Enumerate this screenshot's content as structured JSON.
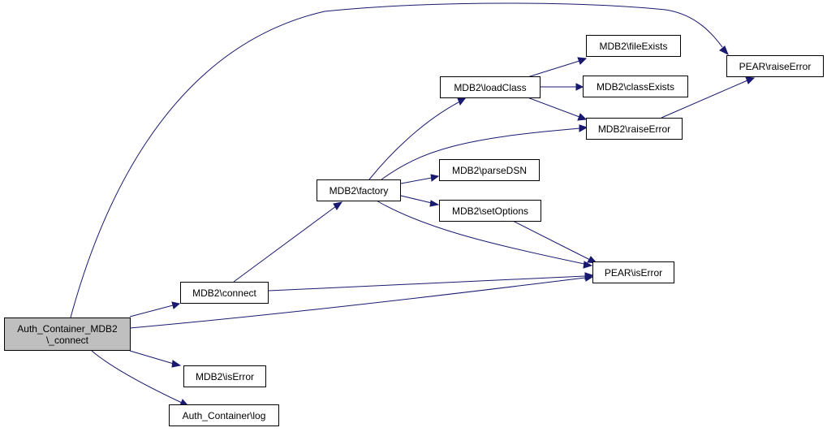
{
  "diagram": {
    "root": {
      "line1": "Auth_Container_MDB2",
      "line2": "\\_connect"
    },
    "nodes": {
      "mdb2_connect": "MDB2\\connect",
      "mdb2_iserror": "MDB2\\isError",
      "auth_container_log": "Auth_Container\\log",
      "mdb2_factory": "MDB2\\factory",
      "mdb2_loadclass": "MDB2\\loadClass",
      "mdb2_parsedsn": "MDB2\\parseDSN",
      "mdb2_setoptions": "MDB2\\setOptions",
      "mdb2_fileexists": "MDB2\\fileExists",
      "mdb2_classexists": "MDB2\\classExists",
      "mdb2_raiseerror": "MDB2\\raiseError",
      "pear_iserror": "PEAR\\isError",
      "pear_raiseerror": "PEAR\\raiseError"
    },
    "edges": [
      [
        "root",
        "mdb2_connect"
      ],
      [
        "root",
        "pear_iserror"
      ],
      [
        "root",
        "mdb2_iserror"
      ],
      [
        "root",
        "auth_container_log"
      ],
      [
        "root",
        "pear_raiseerror"
      ],
      [
        "mdb2_connect",
        "mdb2_factory"
      ],
      [
        "mdb2_connect",
        "pear_iserror"
      ],
      [
        "mdb2_factory",
        "mdb2_loadclass"
      ],
      [
        "mdb2_factory",
        "mdb2_raiseerror"
      ],
      [
        "mdb2_factory",
        "mdb2_parsedsn"
      ],
      [
        "mdb2_factory",
        "mdb2_setoptions"
      ],
      [
        "mdb2_factory",
        "pear_iserror"
      ],
      [
        "mdb2_loadclass",
        "mdb2_fileexists"
      ],
      [
        "mdb2_loadclass",
        "mdb2_classexists"
      ],
      [
        "mdb2_loadclass",
        "mdb2_raiseerror"
      ],
      [
        "mdb2_setoptions",
        "pear_iserror"
      ],
      [
        "mdb2_raiseerror",
        "pear_raiseerror"
      ]
    ],
    "colors": {
      "edge": "#191970",
      "root_fill": "#bfbfbf",
      "node_fill": "#ffffff",
      "border": "#000000"
    }
  }
}
